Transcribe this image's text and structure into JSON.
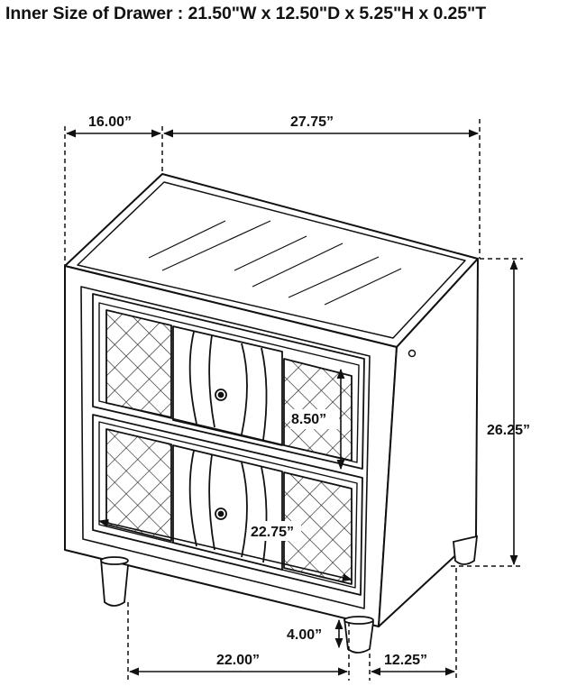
{
  "header": {
    "title": "Inner Size of Drawer : 21.50\"W x 12.50\"D x 5.25\"H x 0.25\"T"
  },
  "dimensions": {
    "depth_top": "16.00”",
    "width_top": "27.75”",
    "height_total": "26.25”",
    "drawer_height": "8.50”",
    "drawer_width": "22.75”",
    "leg_height": "4.00”",
    "bottom_width": "22.00”",
    "bottom_depth": "12.25”"
  },
  "colors": {
    "line": "#111111",
    "background": "#ffffff"
  }
}
